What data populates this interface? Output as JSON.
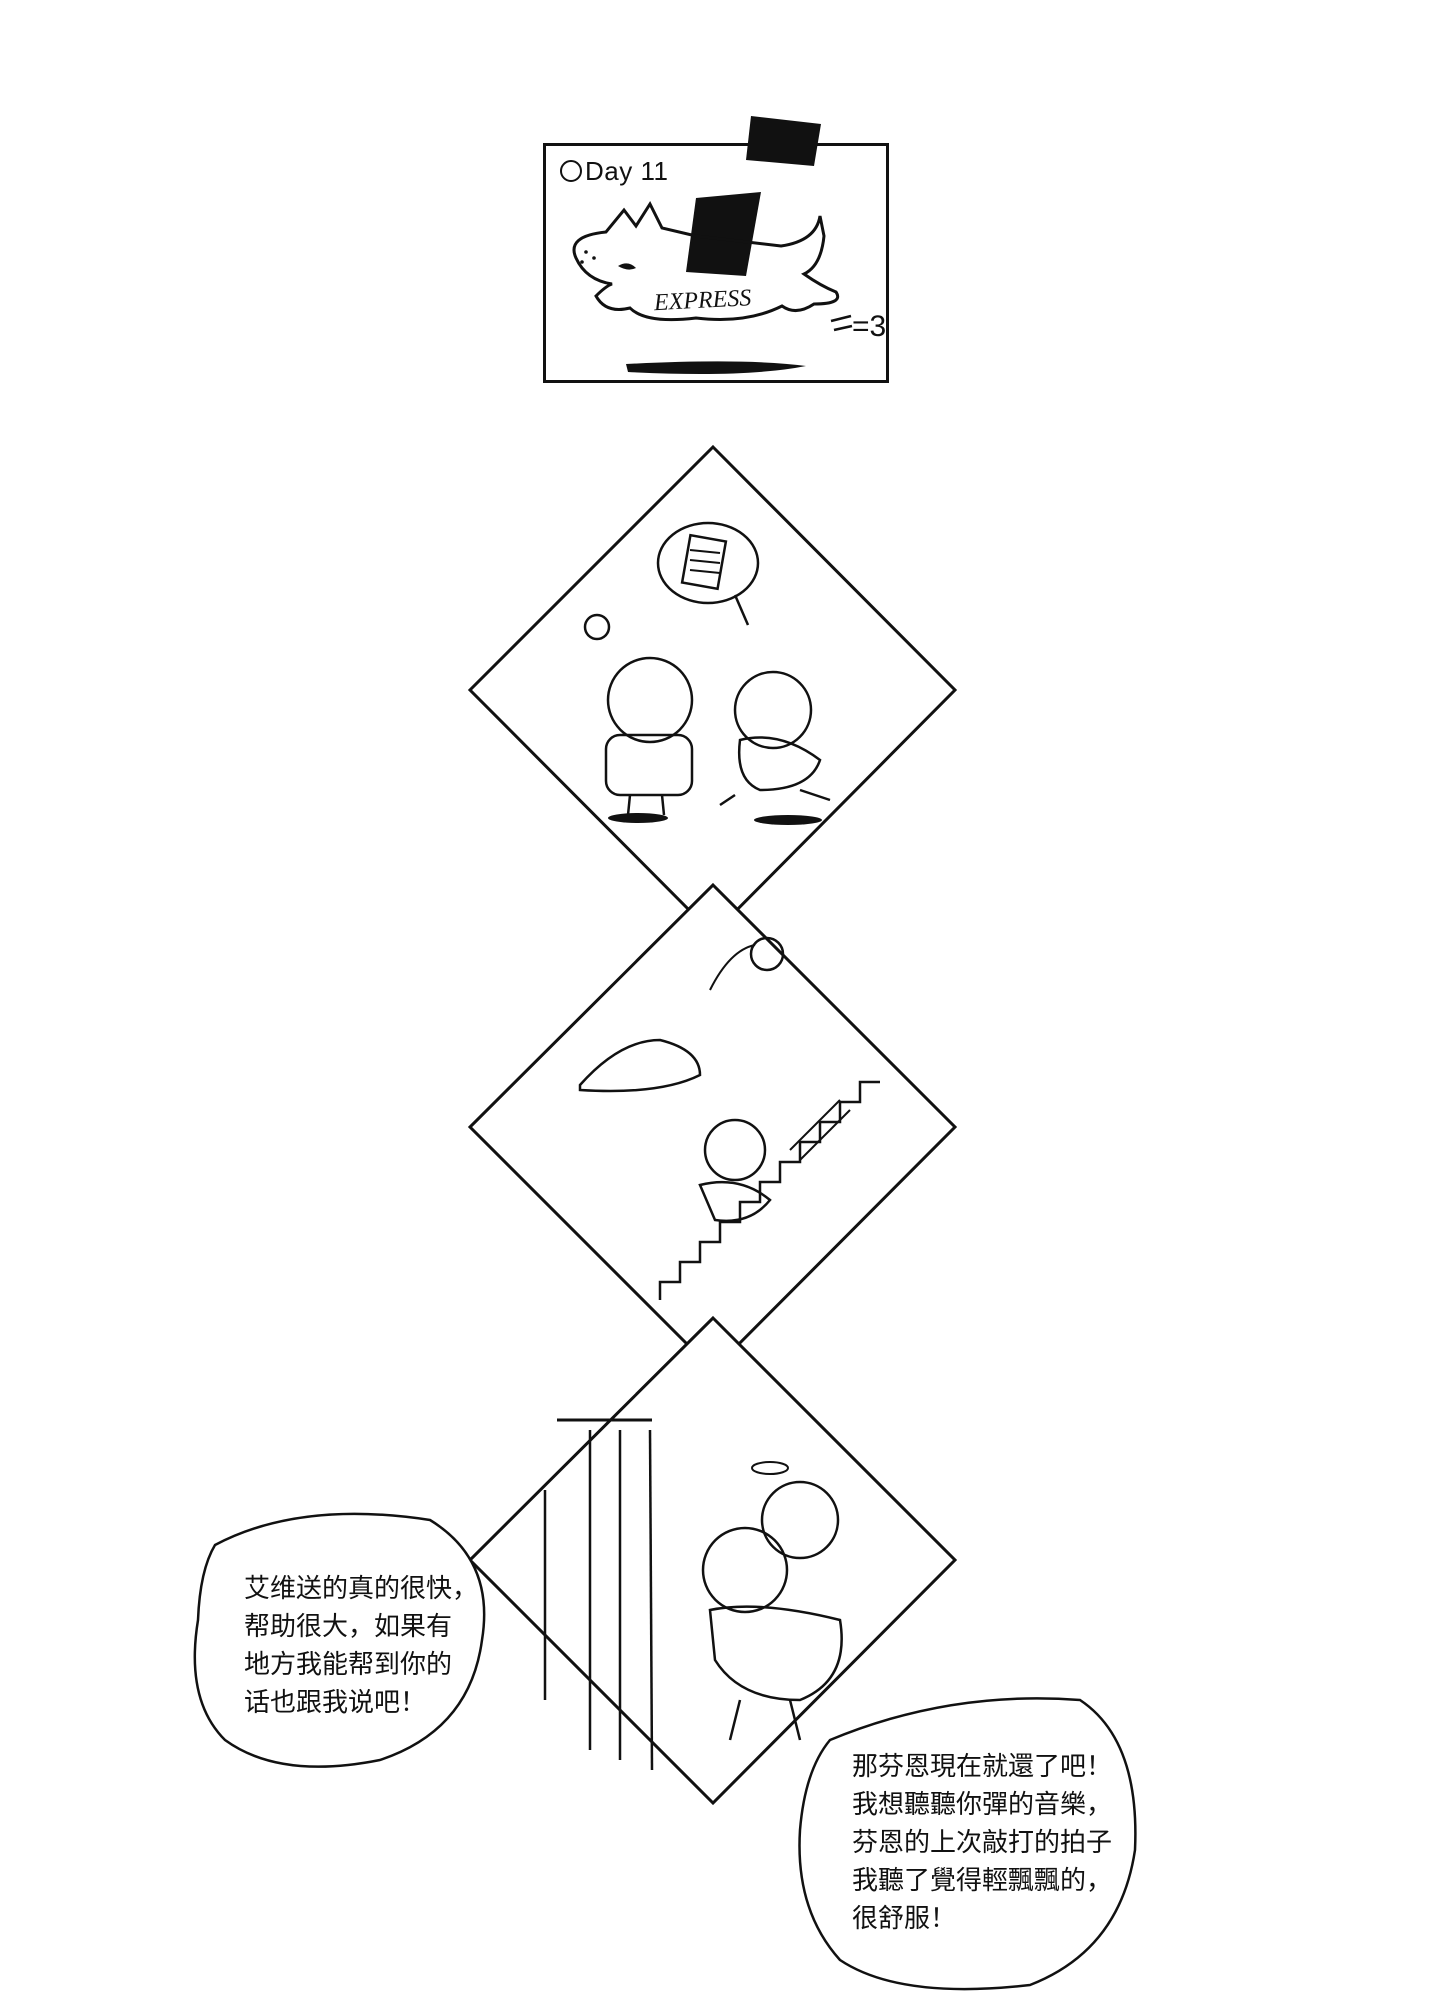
{
  "header_panel": {
    "day": "Day 11",
    "sign_text": "EXPRESS",
    "dash_mark": "=3"
  },
  "bubble_left": {
    "lines": [
      "艾维送的真的很快，",
      "帮助很大，如果有",
      "地方我能帮到你的",
      "话也跟我说吧！"
    ]
  },
  "bubble_right": {
    "lines": [
      "那芬恩現在就還了吧！",
      "我想聽聽你彈的音樂，",
      "芬恩的上次敲打的拍子",
      "我聽了覺得輕飄飄的，",
      "很舒服！"
    ]
  }
}
